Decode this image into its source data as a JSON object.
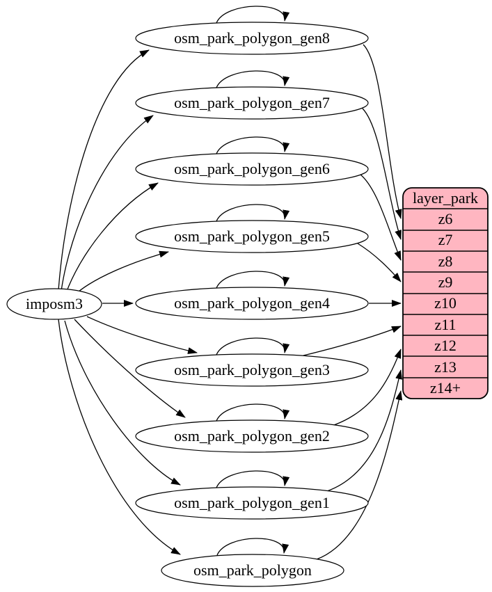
{
  "source_node": {
    "label": "imposm3"
  },
  "table_nodes": [
    {
      "label": "osm_park_polygon_gen8",
      "maps_to": "z6"
    },
    {
      "label": "osm_park_polygon_gen7",
      "maps_to": "z7"
    },
    {
      "label": "osm_park_polygon_gen6",
      "maps_to": "z8"
    },
    {
      "label": "osm_park_polygon_gen5",
      "maps_to": "z9"
    },
    {
      "label": "osm_park_polygon_gen4",
      "maps_to": "z10"
    },
    {
      "label": "osm_park_polygon_gen3",
      "maps_to": "z11"
    },
    {
      "label": "osm_park_polygon_gen2",
      "maps_to": "z12"
    },
    {
      "label": "osm_park_polygon_gen1",
      "maps_to": "z13"
    },
    {
      "label": "osm_park_polygon",
      "maps_to": "z14+"
    }
  ],
  "layer_table": {
    "title": "layer_park",
    "rows": [
      "z6",
      "z7",
      "z8",
      "z9",
      "z10",
      "z11",
      "z12",
      "z13",
      "z14+"
    ],
    "fill": "#ffb6c1",
    "border": "#000000"
  },
  "colors": {
    "background": "#ffffff",
    "node_fill": "#ffffff",
    "edge": "#000000",
    "text": "#000000"
  }
}
